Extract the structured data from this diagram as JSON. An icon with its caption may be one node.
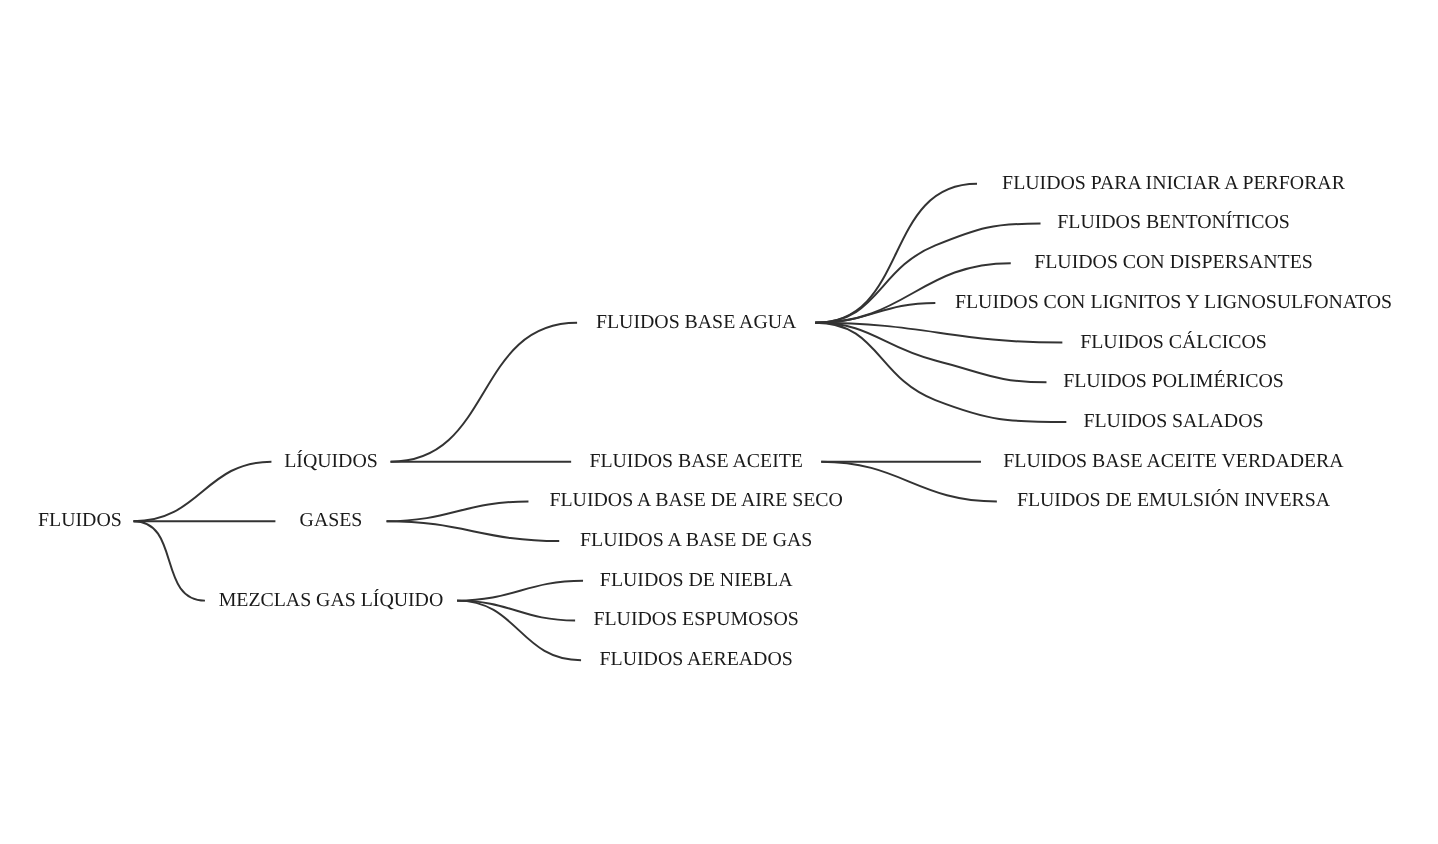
{
  "diagram": {
    "nodes": [
      {
        "text": [
          "FLUIDOS"
        ]
      },
      {
        "text": [
          "LÍQUIDOS"
        ]
      },
      {
        "text": [
          "FLUIDOS BASE AGUA"
        ]
      },
      {
        "text": [
          "FLUIDOS PARA INICIAR A PERFORAR"
        ]
      },
      {
        "text": [
          "FLUIDOS BENTONÍTICOS"
        ]
      },
      {
        "text": [
          "FLUIDOS CON DISPERSANTES"
        ]
      },
      {
        "text": [
          "FLUIDOS CON LIGNITOS Y LIGNOSULFONATOS"
        ]
      },
      {
        "text": [
          "FLUIDOS CÁLCICOS"
        ]
      },
      {
        "text": [
          "FLUIDOS POLIMÉRICOS"
        ]
      },
      {
        "text": [
          "FLUIDOS SALADOS"
        ]
      },
      {
        "text": [
          "FLUIDOS BASE ACEITE"
        ]
      },
      {
        "text": [
          "FLUIDOS BASE ACEITE VERDADERA"
        ]
      },
      {
        "text": [
          "FLUIDOS DE EMULSIÓN INVERSA"
        ]
      },
      {
        "text": [
          "GASES"
        ]
      },
      {
        "text": [
          "FLUIDOS A BASE DE AIRE SECO"
        ]
      },
      {
        "text": [
          "FLUIDOS A BASE DE GAS"
        ]
      },
      {
        "text": [
          "MEZCLAS GAS LÍQUIDO"
        ]
      },
      {
        "text": [
          "FLUIDOS DE NIEBLA"
        ]
      },
      {
        "text": [
          "FLUIDOS ESPUMOSOS"
        ]
      },
      {
        "text": [
          "FLUIDOS AEREADOS"
        ]
      }
    ],
    "edges": [
      {
        "from": 0,
        "to": 1,
        "arrow": "none"
      },
      {
        "from": 0,
        "to": 13,
        "arrow": "none"
      },
      {
        "from": 0,
        "to": 16,
        "arrow": "none"
      },
      {
        "from": 1,
        "to": 2,
        "arrow": "none"
      },
      {
        "from": 1,
        "to": 10,
        "arrow": "none"
      },
      {
        "from": 2,
        "to": 3,
        "arrow": "none"
      },
      {
        "from": 2,
        "to": 4,
        "arrow": "none"
      },
      {
        "from": 2,
        "to": 5,
        "arrow": "none"
      },
      {
        "from": 2,
        "to": 6,
        "arrow": "none"
      },
      {
        "from": 2,
        "to": 7,
        "arrow": "none"
      },
      {
        "from": 2,
        "to": 8,
        "arrow": "none"
      },
      {
        "from": 2,
        "to": 9,
        "arrow": "none"
      },
      {
        "from": 10,
        "to": 11,
        "arrow": "none"
      },
      {
        "from": 10,
        "to": 12,
        "arrow": "none"
      },
      {
        "from": 13,
        "to": 14,
        "arrow": "none"
      },
      {
        "from": 13,
        "to": 15,
        "arrow": "none"
      },
      {
        "from": 16,
        "to": 17,
        "arrow": "none"
      },
      {
        "from": 16,
        "to": 18,
        "arrow": "none"
      },
      {
        "from": 16,
        "to": 19,
        "arrow": "none"
      }
    ]
  }
}
